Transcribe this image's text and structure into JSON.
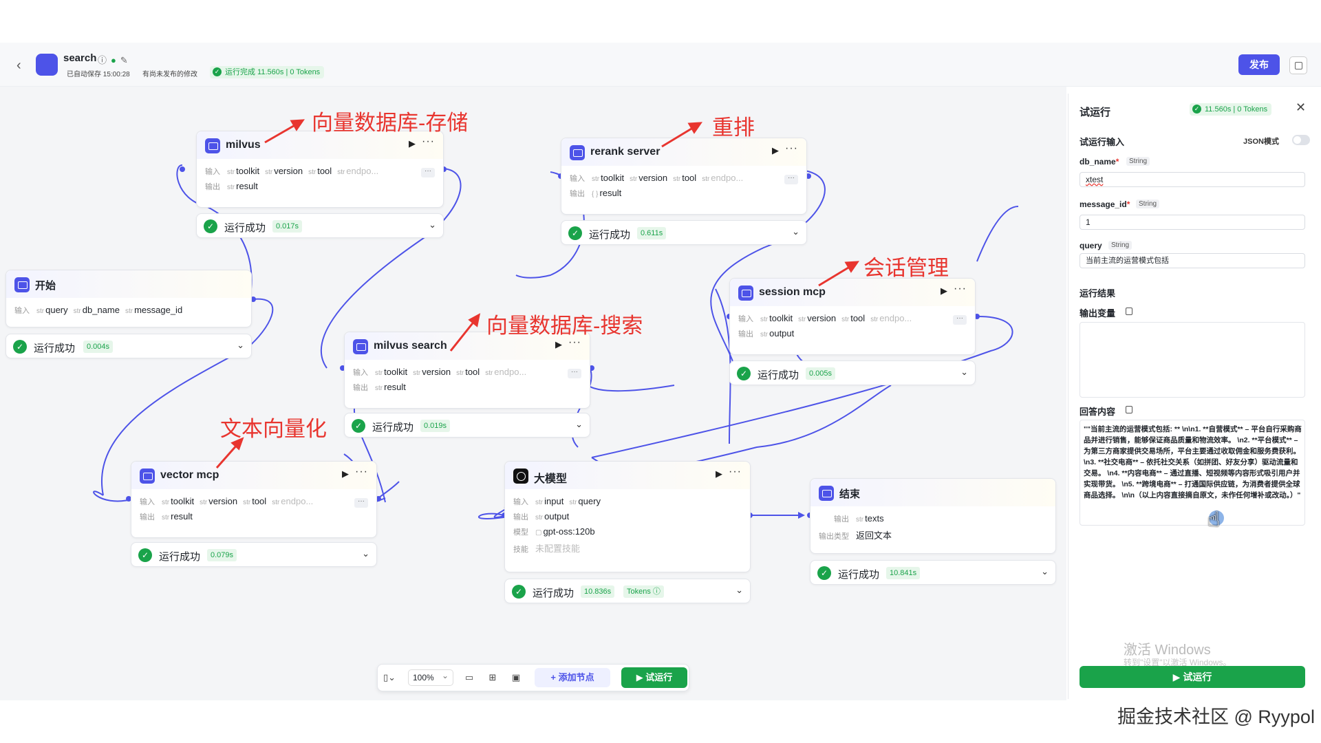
{
  "header": {
    "back_icon": "chevron-left-icon",
    "app_name": "search",
    "autosave": "已自动保存 15:00:28",
    "unpublished": "有尚未发布的修改",
    "run_status": "运行完成 11.560s | 0 Tokens",
    "publish_label": "发布"
  },
  "nodes": {
    "milvus": {
      "title": "milvus",
      "in_label": "输入",
      "out_label": "输出",
      "inputs": [
        "toolkit",
        "version",
        "tool",
        "endpo..."
      ],
      "output": "result",
      "status": "运行成功",
      "time": "0.017s"
    },
    "rerank": {
      "title": "rerank server",
      "in_label": "输入",
      "out_label": "输出",
      "inputs": [
        "toolkit",
        "version",
        "tool",
        "endpo..."
      ],
      "output": "result",
      "status": "运行成功",
      "time": "0.611s"
    },
    "start": {
      "title": "开始",
      "in_label": "输入",
      "inputs": [
        "query",
        "db_name",
        "message_id"
      ],
      "status": "运行成功",
      "time": "0.004s"
    },
    "session": {
      "title": "session mcp",
      "in_label": "输入",
      "out_label": "输出",
      "inputs": [
        "toolkit",
        "version",
        "tool",
        "endpo..."
      ],
      "output": "output",
      "status": "运行成功",
      "time": "0.005s"
    },
    "msearch": {
      "title": "milvus search",
      "in_label": "输入",
      "out_label": "输出",
      "inputs": [
        "toolkit",
        "version",
        "tool",
        "endpo..."
      ],
      "output": "result",
      "status": "运行成功",
      "time": "0.019s"
    },
    "vector": {
      "title": "vector mcp",
      "in_label": "输入",
      "out_label": "输出",
      "inputs": [
        "toolkit",
        "version",
        "tool",
        "endpo..."
      ],
      "output": "result",
      "status": "运行成功",
      "time": "0.079s"
    },
    "llm": {
      "title": "大模型",
      "in_label": "输入",
      "out_label": "输出",
      "model_label": "模型",
      "skill_label": "技能",
      "inputs": [
        "input",
        "query"
      ],
      "output": "output",
      "model": "gpt-oss:120b",
      "skill": "未配置技能",
      "status": "运行成功",
      "time": "10.836s",
      "tokens": "Tokens ⓘ"
    },
    "end": {
      "title": "结束",
      "out_label": "输出",
      "type_label": "输出类型",
      "output": "texts",
      "type_value": "返回文本",
      "status": "运行成功",
      "time": "10.841s"
    }
  },
  "annotations": {
    "a1": "向量数据库-存储",
    "a2": "重排",
    "a3": "会话管理",
    "a4": "向量数据库-搜索",
    "a5": "文本向量化"
  },
  "toolbar": {
    "zoom": "100%",
    "add_node": "+ 添加节点",
    "run": "▶ 试运行"
  },
  "panel": {
    "title": "试运行",
    "status": "11.560s | 0 Tokens",
    "input_section": "试运行输入",
    "json_mode": "JSON模式",
    "fields": [
      {
        "name": "db_name",
        "type": "String",
        "value": "xtest"
      },
      {
        "name": "message_id",
        "type": "String",
        "value": "1"
      },
      {
        "name": "query",
        "type": "String",
        "value": "当前主流的运营模式包括"
      }
    ],
    "result_section": "运行结果",
    "output_var": "输出变量",
    "answer_label": "回答内容",
    "answer": "\"\"当前主流的运营模式包括: ** \\n\\n1. **自营模式** – 平台自行采购商品并进行销售，能够保证商品质量和物流效率。 \\n2. **平台模式** – 为第三方商家提供交易场所，平台主要通过收取佣金和服务费获利。 \\n3. **社交电商** – 依托社交关系（如拼团、好友分享）驱动流量和交易。 \\n4. **内容电商** – 通过直播、短视频等内容形式吸引用户并实现带货。 \\n5. **跨境电商** – 打通国际供应链，为消费者提供全球商品选择。 \\n\\n（以上内容直接摘自原文，未作任何增补或改动。）\"",
    "watermark": "激活 Windows",
    "watermark_sub": "转到\"设置\"以激活 Windows。",
    "run_label": "▶ 试运行"
  },
  "footer": {
    "credit": "掘金技术社区 @ Ryypol"
  }
}
